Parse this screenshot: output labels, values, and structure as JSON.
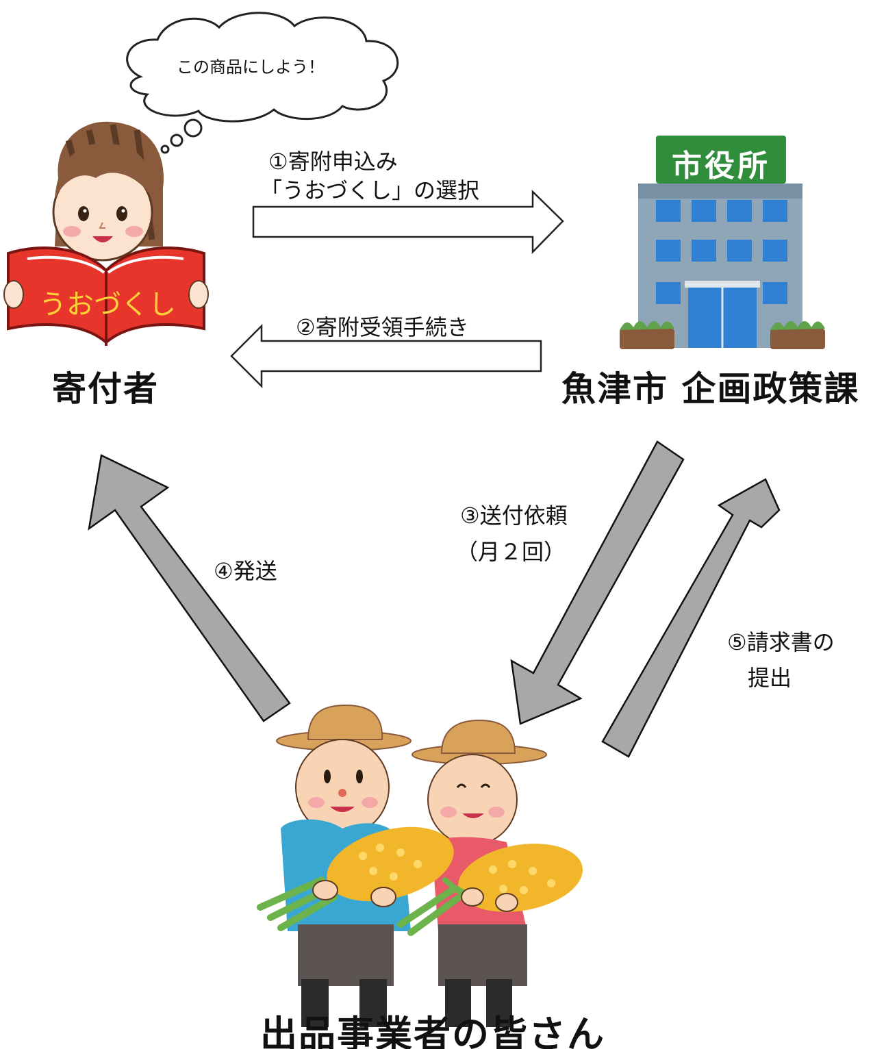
{
  "bubble": {
    "text": "この商品にしよう！"
  },
  "donor": {
    "label": "寄付者",
    "book_title": "うおづくし"
  },
  "office": {
    "label": "魚津市 企画政策課",
    "sign": "市役所"
  },
  "producers": {
    "label": "出品事業者の皆さん"
  },
  "steps": {
    "s1_line1": "①寄附申込み",
    "s1_line2": "「うおづくし」の選択",
    "s2": "②寄附受領手続き",
    "s3_line1": "③送付依頼",
    "s3_line2": "（月２回）",
    "s4": "④発送",
    "s5_line1": "⑤請求書の",
    "s5_line2": "提出"
  },
  "colors": {
    "book_red": "#e8352c",
    "book_text": "#ffd23a",
    "building_blue": "#2f7fd3",
    "building_body": "#8fa6b8",
    "sign_green": "#2f8d3c",
    "arrow_gray": "#a8a8a8",
    "hat_tan": "#d8a25a",
    "rice_gold": "#f2b62a"
  }
}
